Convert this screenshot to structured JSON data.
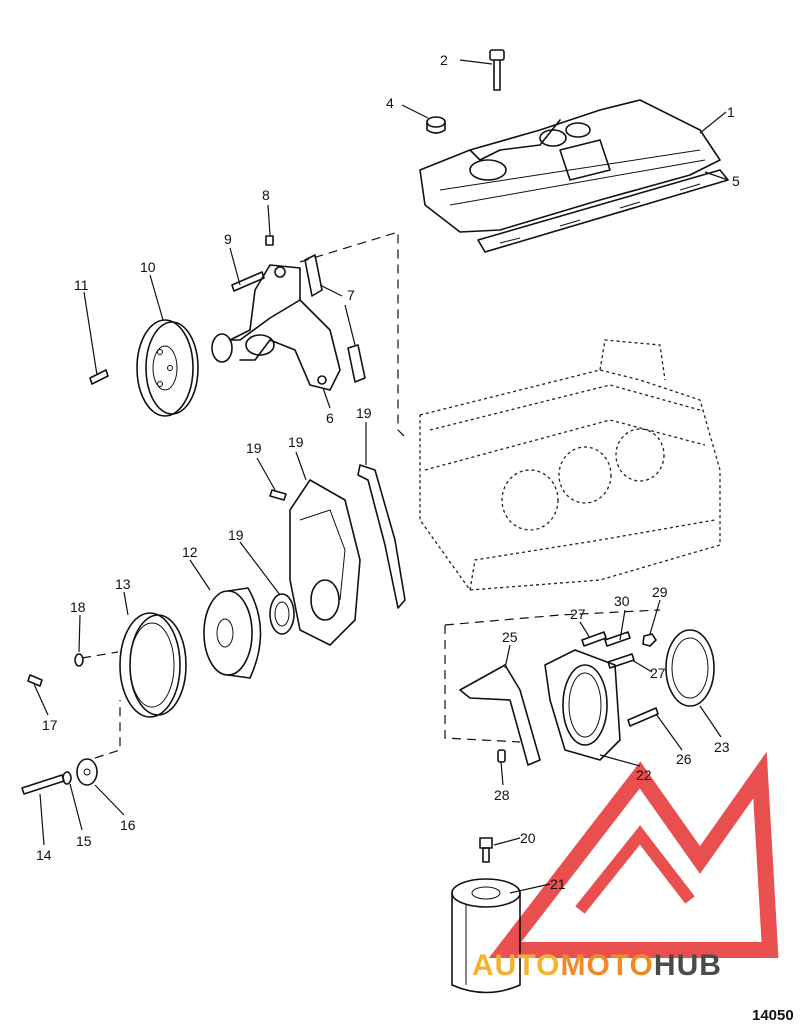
{
  "figure_number": "14050",
  "watermark": {
    "part_a": "AUTO",
    "part_b": "MOTO",
    "part_c": "HUB",
    "color_a": "#f6b12e",
    "color_b": "#f08a24",
    "color_c": "#4a4a4a",
    "logo_color": "#e73d3d"
  },
  "callouts": [
    {
      "id": "c1",
      "text": "1"
    },
    {
      "id": "c2",
      "text": "2"
    },
    {
      "id": "c4",
      "text": "4"
    },
    {
      "id": "c5",
      "text": "5"
    },
    {
      "id": "c6",
      "text": "6"
    },
    {
      "id": "c7",
      "text": "7"
    },
    {
      "id": "c8",
      "text": "8"
    },
    {
      "id": "c9",
      "text": "9"
    },
    {
      "id": "c10",
      "text": "10"
    },
    {
      "id": "c11",
      "text": "11"
    },
    {
      "id": "c12",
      "text": "12"
    },
    {
      "id": "c13",
      "text": "13"
    },
    {
      "id": "c14",
      "text": "14"
    },
    {
      "id": "c15",
      "text": "15"
    },
    {
      "id": "c16",
      "text": "16"
    },
    {
      "id": "c17",
      "text": "17"
    },
    {
      "id": "c18",
      "text": "18"
    },
    {
      "id": "c19a",
      "text": "19"
    },
    {
      "id": "c19b",
      "text": "19"
    },
    {
      "id": "c19c",
      "text": "19"
    },
    {
      "id": "c19d",
      "text": "19"
    },
    {
      "id": "c20",
      "text": "20"
    },
    {
      "id": "c21",
      "text": "21"
    },
    {
      "id": "c22",
      "text": "22"
    },
    {
      "id": "c23",
      "text": "23"
    },
    {
      "id": "c25",
      "text": "25"
    },
    {
      "id": "c26",
      "text": "26"
    },
    {
      "id": "c27a",
      "text": "27"
    },
    {
      "id": "c27b",
      "text": "27"
    },
    {
      "id": "c28",
      "text": "28"
    },
    {
      "id": "c29",
      "text": "29"
    },
    {
      "id": "c30",
      "text": "30"
    }
  ]
}
